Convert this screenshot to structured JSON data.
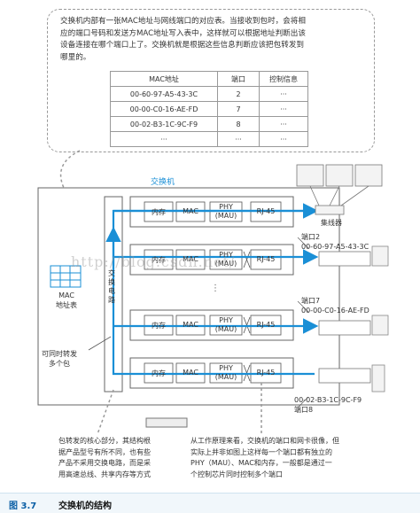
{
  "top_note": {
    "lines": [
      "交换机内部有一张MAC地址与网线端口的对应表。当接收到包时，会将相",
      "应的端口号码和发送方MAC地址写入表中，这样就可以根据地址判断出该",
      "设备连接在哪个端口上了。交换机就是根据这些信息判断应该把包转发到",
      "哪里的。"
    ]
  },
  "mac_table": {
    "headers": [
      "MAC地址",
      "端口",
      "控制信息"
    ],
    "rows": [
      [
        "00-60-97-A5-43-3C",
        "2",
        "···"
      ],
      [
        "00-00-C0-16-AE-FD",
        "7",
        "···"
      ],
      [
        "00-02-B3-1C-9C-F9",
        "8",
        "···"
      ],
      [
        "···",
        "···",
        "···"
      ]
    ]
  },
  "switch_label": "交换机",
  "circuit_label": "交换电路",
  "blocks": {
    "memory": "内存",
    "mac": "MAC",
    "phy1": "PHY",
    "phy2": "(MAU)",
    "rj45": "RJ-45"
  },
  "mac_table_label": [
    "MAC",
    "地址表"
  ],
  "concurrent_label": [
    "可同时转发",
    "多个包"
  ],
  "hub_label": "集线器",
  "ports": [
    {
      "port": "端口2",
      "mac": "00-60-97-A5-43-3C"
    },
    {
      "port": "端口7",
      "mac": "00-00-C0-16-AE-FD"
    },
    {
      "port": "端口8",
      "mac": "00-02-B3-1C-9C-F9"
    }
  ],
  "ellipsis": "⋮",
  "watermark": "http://blog.csdn.net/",
  "bottom_left_note": [
    "包转发的核心部分，其结构根",
    "据产品型号有所不同，也有些",
    "产品不采用交换电路，而是采",
    "用高速总线、共享内存等方式"
  ],
  "bottom_right_note": [
    "从工作原理来看，交换机的端口和网卡很像，但",
    "实际上并非如图上这样每一个端口都有独立的",
    "PHY（MAU）、MAC和内存，一般都是通过一",
    "个控制芯片同时控制多个端口"
  ],
  "caption": {
    "number": "图 3.7",
    "text": "交换机的结构"
  },
  "colors": {
    "accent_blue": "#1a8fd6",
    "caption_blue": "#0b5fa5",
    "dashed_gray": "#999999"
  }
}
